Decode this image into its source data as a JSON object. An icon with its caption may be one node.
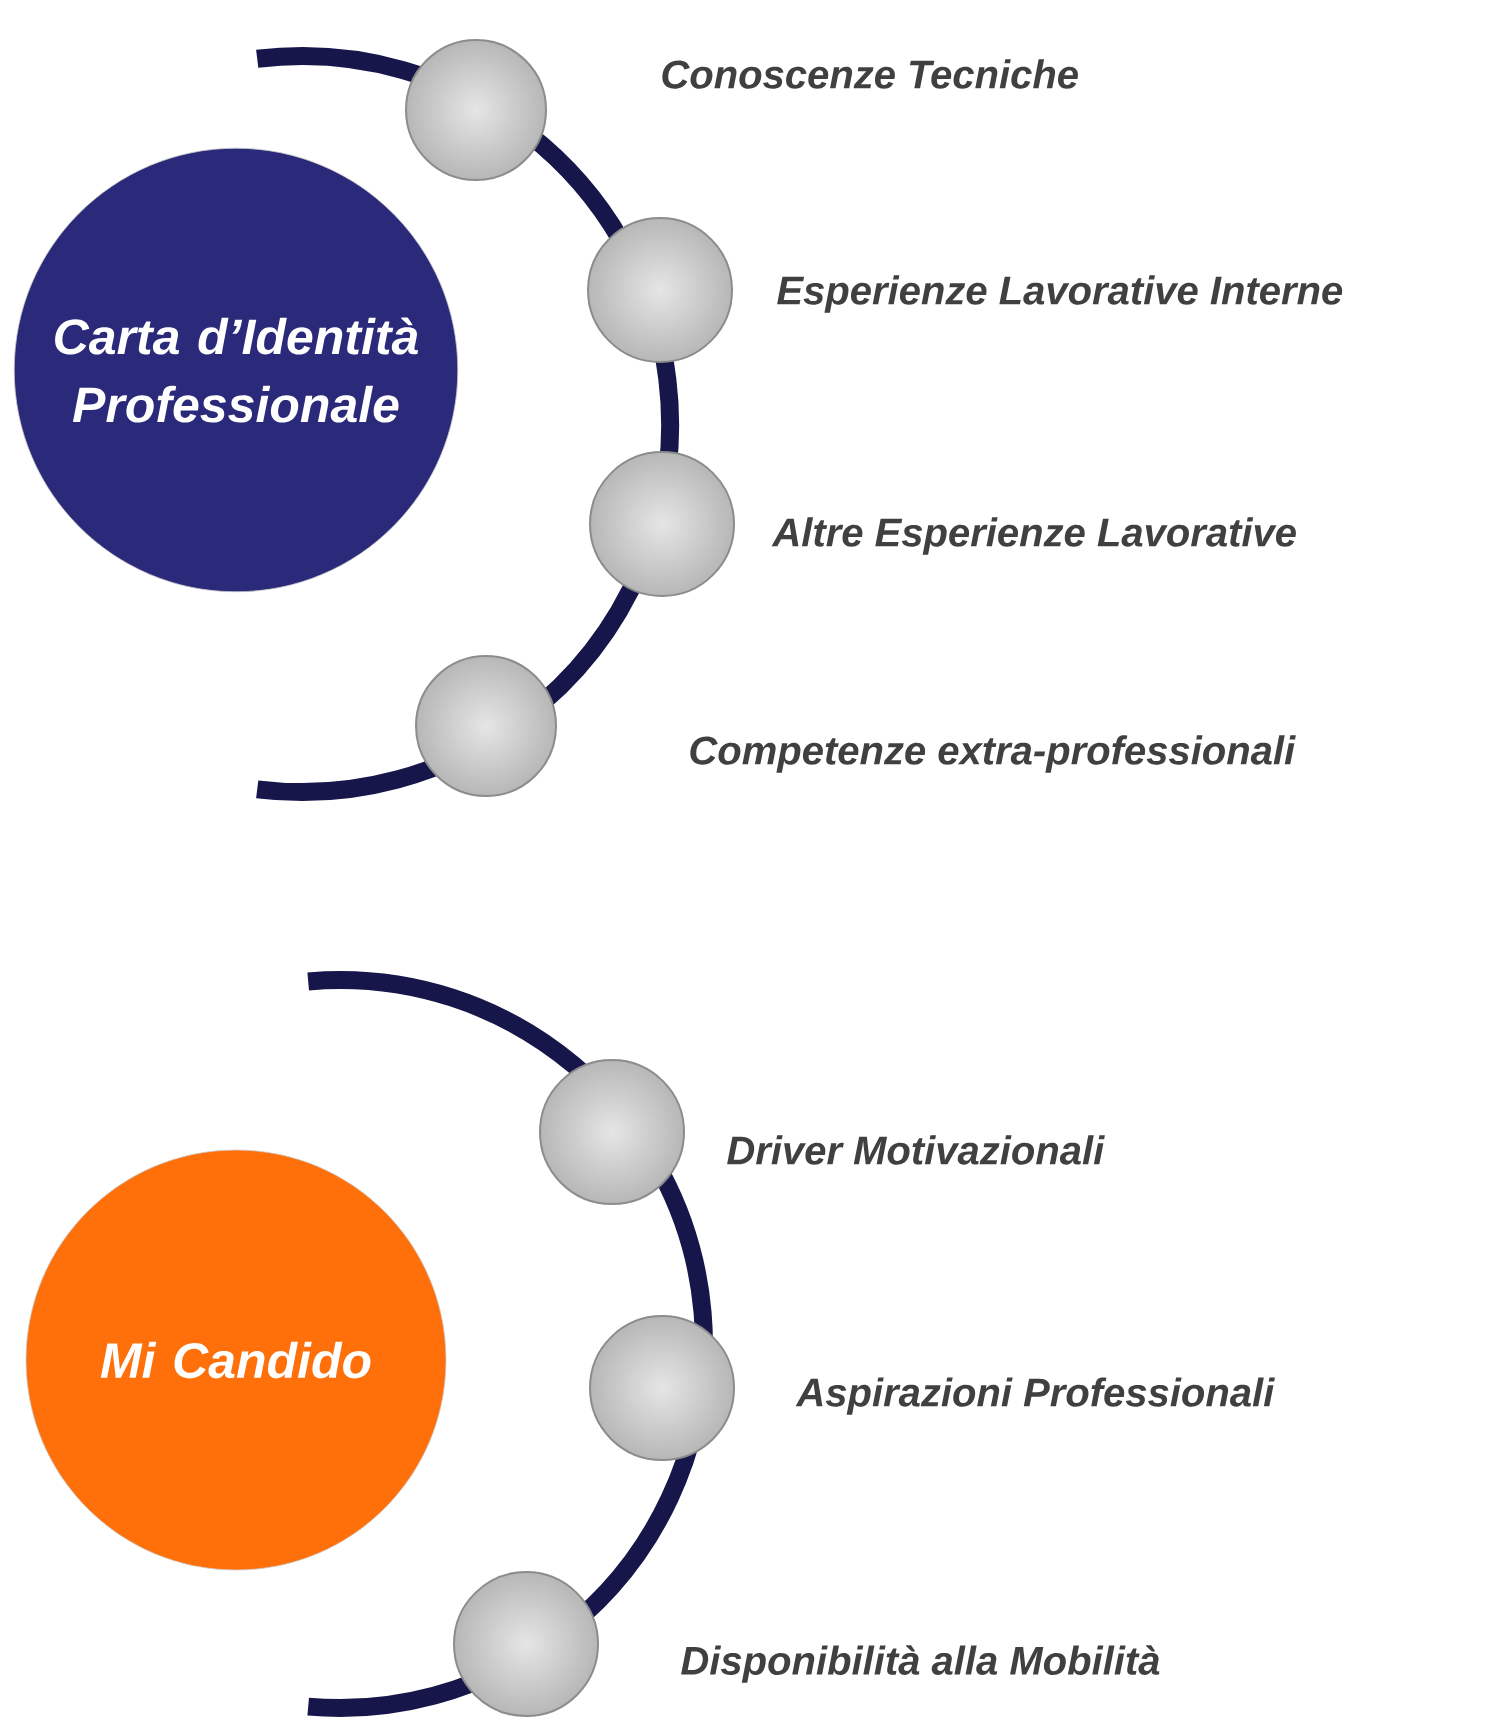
{
  "diagram": {
    "nodes": [
      {
        "text": [
          "Carta d’Identità Professionale"
        ]
      },
      {
        "text": [],
        "shape": "circle",
        "beside": [
          "Conoscenze Tecniche"
        ]
      },
      {
        "text": [],
        "shape": "circle",
        "beside": [
          "Esperienze Lavorative Interne"
        ]
      },
      {
        "text": [],
        "shape": "circle",
        "beside": [
          "Altre Esperienze Lavorative"
        ]
      },
      {
        "text": [],
        "shape": "circle",
        "beside": [
          "Competenze extra-professionali"
        ]
      },
      {
        "text": [
          "Mi Candido"
        ]
      },
      {
        "text": [],
        "shape": "circle",
        "beside": [
          "Driver Motivazionali"
        ]
      },
      {
        "text": [],
        "shape": "circle",
        "beside": [
          "Aspirazioni Professionali"
        ]
      },
      {
        "text": [],
        "shape": "circle",
        "beside": [
          "Disponibilità alla Mobilità"
        ]
      }
    ]
  }
}
